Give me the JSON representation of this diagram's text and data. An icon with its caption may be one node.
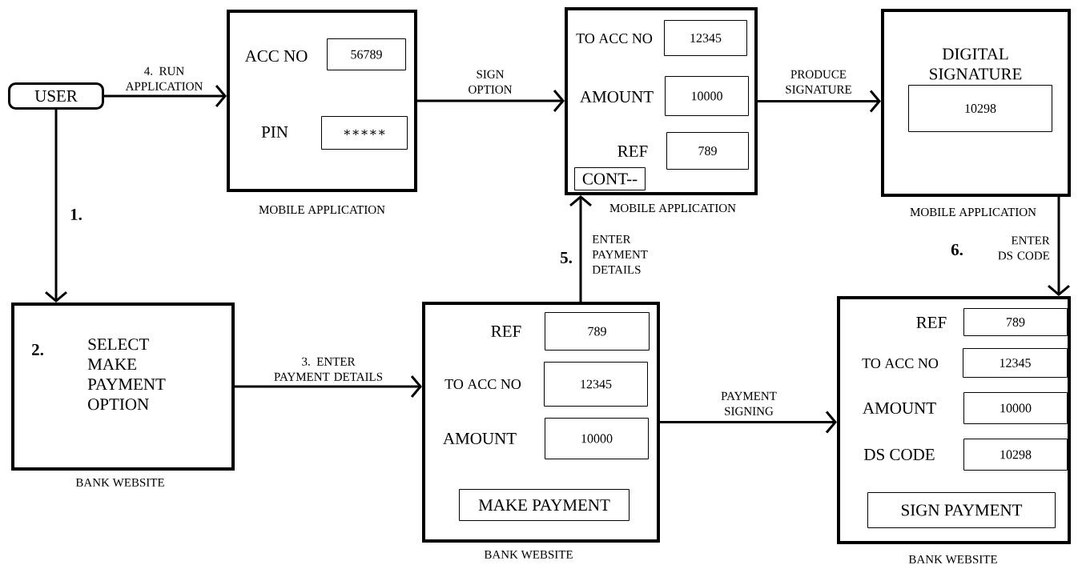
{
  "diagram": {
    "nodes": [
      {
        "text": [
          "USER"
        ]
      },
      {
        "text": [
          "MOBILE APPLICATION"
        ]
      },
      {
        "text": [
          "56789"
        ],
        "beside": [
          "ACC NO"
        ],
        "in": 1
      },
      {
        "text": [
          "∗∗∗∗∗"
        ],
        "beside": [
          "PIN"
        ],
        "in": 1
      },
      {
        "text": [
          "MOBILE APPLICATION"
        ]
      },
      {
        "text": [
          "12345"
        ],
        "beside": [
          "TO ACC NO"
        ],
        "in": 4
      },
      {
        "text": [
          "10000"
        ],
        "beside": [
          "AMOUNT"
        ],
        "in": 4
      },
      {
        "text": [
          "789"
        ],
        "beside": [
          "REF"
        ],
        "in": 4
      },
      {
        "text": [
          "CONT--"
        ],
        "in": 4
      },
      {
        "text": [
          "DIGITAL SIGNATURE",
          "MOBILE APPLICATION"
        ]
      },
      {
        "text": [
          "10298"
        ],
        "in": 9
      },
      {
        "text": [
          "2.",
          "SELECT MAKE PAYMENT OPTION",
          "BANK WEBSITE"
        ]
      },
      {
        "text": [
          "BANK WEBSITE"
        ]
      },
      {
        "text": [
          "789"
        ],
        "beside": [
          "REF"
        ],
        "in": 12
      },
      {
        "text": [
          "12345"
        ],
        "beside": [
          "TO ACC NO"
        ],
        "in": 12
      },
      {
        "text": [
          "10000"
        ],
        "beside": [
          "AMOUNT"
        ],
        "in": 12
      },
      {
        "text": [
          "MAKE PAYMENT"
        ],
        "in": 12
      },
      {
        "text": [
          "BANK WEBSITE"
        ]
      },
      {
        "text": [
          "789"
        ],
        "beside": [
          "REF"
        ],
        "in": 17
      },
      {
        "text": [
          "12345"
        ],
        "beside": [
          "TO ACC NO"
        ],
        "in": 17
      },
      {
        "text": [
          "10000"
        ],
        "beside": [
          "AMOUNT"
        ],
        "in": 17
      },
      {
        "text": [
          "10298"
        ],
        "beside": [
          "DS CODE"
        ],
        "in": 17
      },
      {
        "text": [
          "SIGN PAYMENT"
        ],
        "in": 17
      }
    ],
    "edges": [
      {
        "from": 0,
        "to": 11,
        "arrow": "to",
        "label": "1."
      },
      {
        "from": 0,
        "to": 1,
        "arrow": "to",
        "label": "4. RUN APPLICATION"
      },
      {
        "from": 1,
        "to": 4,
        "arrow": "to",
        "label": "SIGN OPTION"
      },
      {
        "from": 4,
        "to": 9,
        "arrow": "to",
        "label": "PRODUCE SIGNATURE"
      },
      {
        "from": 11,
        "to": 12,
        "arrow": "to",
        "label": "3. ENTER PAYMENT DETAILS"
      },
      {
        "from": 12,
        "to": 4,
        "arrow": "to",
        "label": "ENTER PAYMENT DETAILS"
      },
      {
        "from": 12,
        "to": 17,
        "arrow": "to",
        "label": "PAYMENT SIGNING"
      },
      {
        "from": 9,
        "to": 17,
        "arrow": "to",
        "label": "ENTER DS CODE"
      }
    ],
    "labels": [
      "5.",
      "6."
    ]
  }
}
